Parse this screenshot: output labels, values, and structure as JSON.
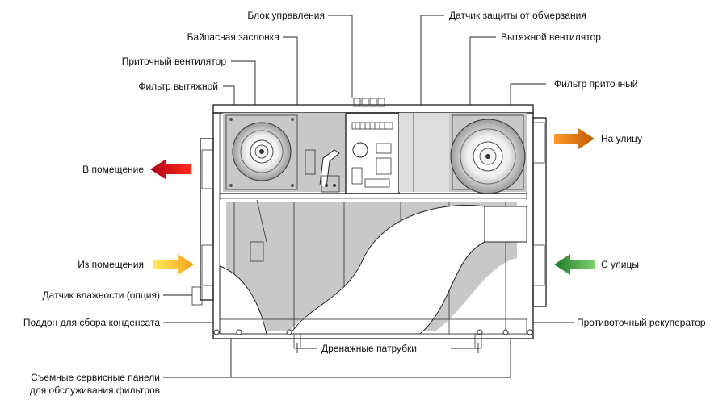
{
  "labels": {
    "control_block": "Блок управления",
    "frost_sensor": "Датчик защиты от обмерзания",
    "bypass_damper": "Байпасная заслонка",
    "exhaust_fan": "Вытяжной вентилятор",
    "supply_fan": "Приточный вентилятор",
    "exhaust_filter": "Фильтр вытяжной",
    "supply_filter": "Фильтр приточный",
    "to_room": "В помещение",
    "to_outside": "На улицу",
    "from_room": "Из помещения",
    "from_outside": "С улицы",
    "humidity_sensor": "Датчик влажности (опция)",
    "condensate_tray": "Поддон для сбора конденсата",
    "counterflow_recuperator": "Противоточный рекуператор",
    "drain_pipes": "Дренажные патрубки",
    "service_panels_line1": "Съемные сервисные панели",
    "service_panels_line2": "для обслуживания фильтров"
  },
  "arrows": {
    "to_room": {
      "direction": "left",
      "color_start": "#b0001a",
      "color_end": "#ff2a1a"
    },
    "to_outside": {
      "direction": "right",
      "color_start": "#ff9a2a",
      "color_end": "#c05a00"
    },
    "from_room": {
      "direction": "right",
      "color_start": "#ffea60",
      "color_end": "#f6a21a"
    },
    "from_outside": {
      "direction": "left",
      "color_start": "#1e7a2a",
      "color_end": "#7fd06a"
    }
  }
}
